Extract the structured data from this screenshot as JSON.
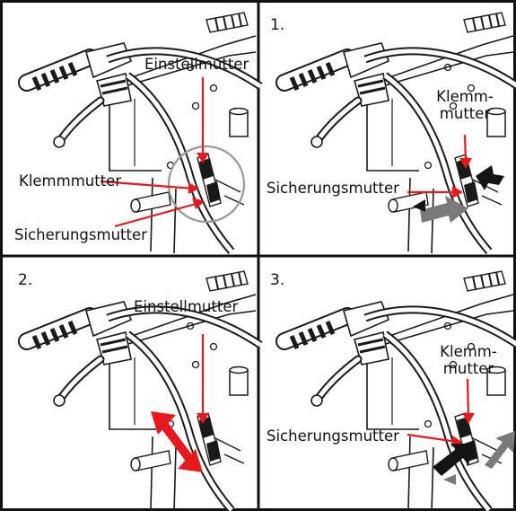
{
  "colors": {
    "frame": "#111111",
    "line": "#1a1a1a",
    "arrow": "#e8181c",
    "grey_arrow": "#7a7a7a",
    "black_arrow": "#141414"
  },
  "panels": [
    {
      "number": "",
      "labels": {
        "adjust": "Einstellmutter",
        "clamp": "Klemmmutter",
        "lock": "Sicherungsmutter"
      }
    },
    {
      "number": "1.",
      "labels": {
        "clamp_line1": "Klemm-",
        "clamp_line2": "mutter",
        "lock": "Sicherungsmutter"
      }
    },
    {
      "number": "2.",
      "labels": {
        "adjust": "Einstellmutter"
      }
    },
    {
      "number": "3.",
      "labels": {
        "clamp_line1": "Klemm-",
        "clamp_line2": "mutter",
        "lock": "Sicherungsmutter"
      }
    }
  ]
}
